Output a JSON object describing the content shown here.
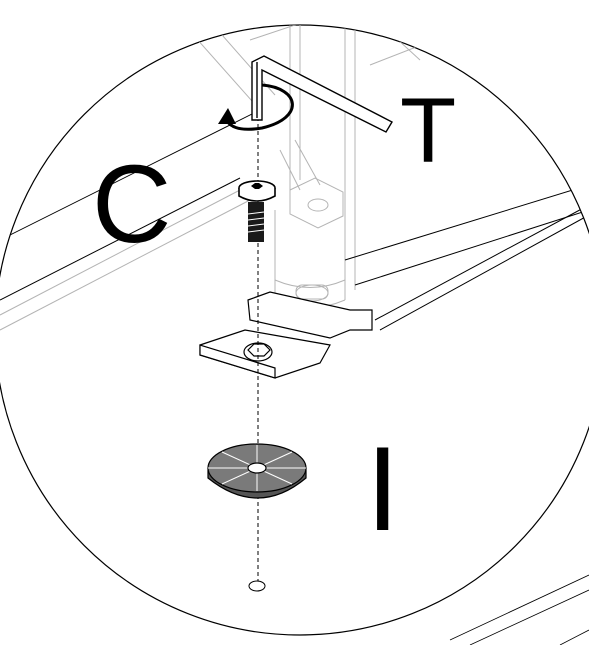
{
  "labels": {
    "rotation_part": "C",
    "tool_part": "T",
    "floor_part": "I"
  },
  "colors": {
    "ink": "#000000",
    "faint_line": "#b4b4b4",
    "pad_fill": "#7a7a7a",
    "bolt_fill": "#1a1a1a",
    "background": "#ffffff"
  },
  "icons": {
    "rotation": "rotate-arrow-icon",
    "tool": "hex-key-icon",
    "fastener": "bolt-icon",
    "pad": "floor-pad-icon"
  }
}
